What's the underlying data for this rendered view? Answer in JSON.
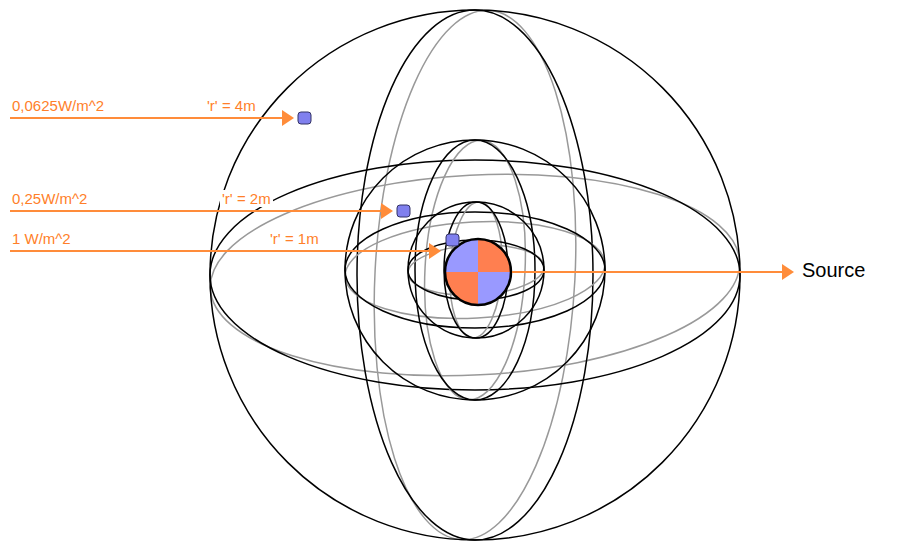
{
  "diagram": {
    "labels": [
      "0,0625W/m^2",
      "'r' = 4m",
      "0,25W/m^2",
      "'r' = 2m",
      "1 W/m^2",
      "'r' = 1m",
      "Source"
    ]
  }
}
